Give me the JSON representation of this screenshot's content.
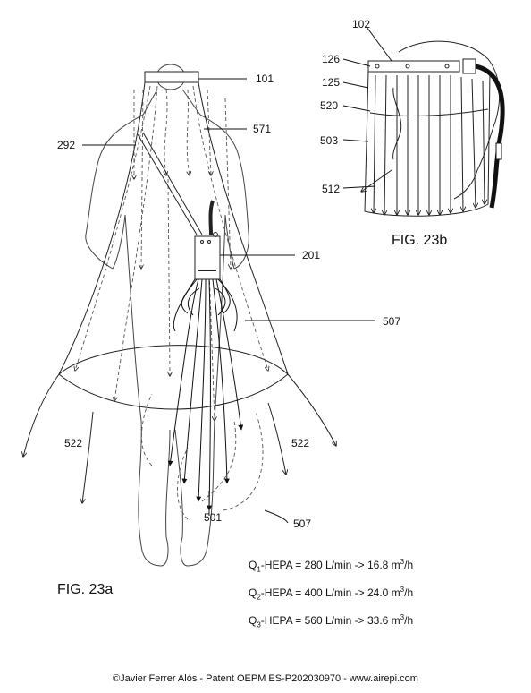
{
  "figures": {
    "fig23a": "FIG. 23a",
    "fig23b": "FIG. 23b"
  },
  "labels": {
    "l101": "101",
    "l571": "571",
    "l292": "292",
    "l201": "201",
    "l507a": "507",
    "l507b": "507",
    "l522a": "522",
    "l522b": "522",
    "l501": "501",
    "l102": "102",
    "l126": "126",
    "l125": "125",
    "l520": "520",
    "l503": "503",
    "l512": "512"
  },
  "flows": [
    {
      "q": "Q",
      "sub": "1",
      "text": "-HEPA = 280 L/min -> 16.8 m",
      "sup": "3",
      "unit": "/h"
    },
    {
      "q": "Q",
      "sub": "2",
      "text": "-HEPA = 400 L/min -> 24.0 m",
      "sup": "3",
      "unit": "/h"
    },
    {
      "q": "Q",
      "sub": "3",
      "text": "-HEPA = 560 L/min -> 33.6 m",
      "sup": "3",
      "unit": "/h"
    }
  ],
  "footer": "©Javier Ferrer Alós - Patent OEPM ES-P202030970 - www.airepi.com"
}
